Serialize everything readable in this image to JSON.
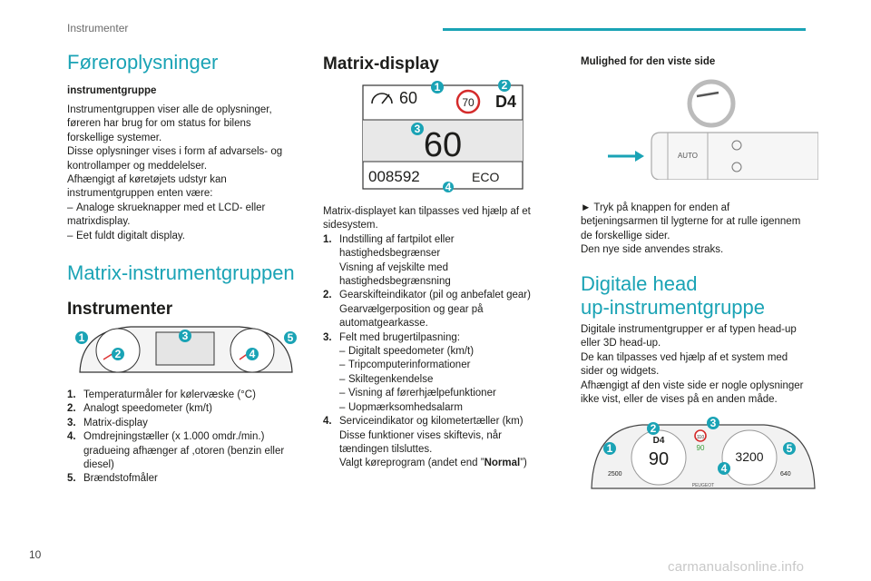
{
  "header": {
    "section": "Instrumenter"
  },
  "page_number": "10",
  "watermark": "carmanualsonline.info",
  "col1": {
    "title": "Føreroplysninger",
    "subheading": "instrumentgruppe",
    "intro": [
      "Instrumentgruppen viser alle de oplysninger,",
      "føreren har brug for om status for bilens",
      "forskellige systemer.",
      "Disse oplysninger vises i form af advarsels- og",
      "kontrollamper og meddelelser.",
      "Afhængigt af køretøjets udstyr kan",
      "instrumentgruppen enten være:"
    ],
    "bullets": [
      "Analoge skrueknapper med et LCD- eller",
      "matrixdisplay.",
      "Eet fuldt digitalt display."
    ],
    "matrix_title": "Matrix-instrumentgruppen",
    "instr_title": "Instrumenter",
    "cluster_badges": [
      "1",
      "2",
      "3",
      "4",
      "5"
    ],
    "list": [
      {
        "n": "1.",
        "t": "Temperaturmåler for kølervæske (°C)"
      },
      {
        "n": "2.",
        "t": "Analogt speedometer (km/t)"
      },
      {
        "n": "3.",
        "t": "Matrix-display"
      },
      {
        "n": "4.",
        "t": "Omdrejningstæller (x 1.000 omdr./min.) gradueing afhænger af ,otoren (benzin eller diesel)"
      },
      {
        "n": "5.",
        "t": "Brændstofmåler"
      }
    ]
  },
  "col2": {
    "title": "Matrix-display",
    "display": {
      "limit": "60",
      "sign": "70",
      "gear": "D4",
      "speed": "60",
      "odo": "008592",
      "mode": "ECO",
      "badges": [
        "1",
        "2",
        "3",
        "4"
      ]
    },
    "intro": "Matrix-displayet kan tilpasses ved hjælp af et sidesystem.",
    "items": [
      {
        "n": "1.",
        "lines": [
          "Indstilling af fartpilot eller",
          "hastighedsbegrænser",
          "Visning af vejskilte med",
          "hastighedsbegrænsning"
        ]
      },
      {
        "n": "2.",
        "lines": [
          "Gearskifteindikator (pil og anbefalet gear)",
          "Gearvælgerposition og gear på",
          "automatgearkasse."
        ]
      },
      {
        "n": "3.",
        "lines": [
          "Felt med brugertilpasning:"
        ],
        "dashes": [
          "Digitalt speedometer (km/t)",
          "Tripcomputerinformationer",
          "Skiltegenkendelse",
          "Visning af førerhjælpefunktioner",
          "Uopmærksomhedsalarm"
        ]
      },
      {
        "n": "4.",
        "lines": [
          "Serviceindikator og kilometertæller (km)",
          "Disse funktioner vises skiftevis, når",
          "tændingen tilsluttes."
        ],
        "tail_pre": "Valgt køreprogram (andet end ”",
        "tail_bold": "Normal",
        "tail_post": "”)"
      }
    ]
  },
  "col3": {
    "subheading": "Mulighed for den viste side",
    "stalk_label": "AUTO",
    "instruction": [
      "► Tryk på knappen for enden af",
      "betjeningsarmen til lygterne for at rulle igennem",
      "de forskellige sider.",
      "Den nye side anvendes straks."
    ],
    "title_lines": [
      "Digitale head",
      "up-instrumentgruppe"
    ],
    "body": [
      "Digitale instrumentgrupper er af typen head-up",
      "eller 3D head-up.",
      "De kan tilpasses ved hjælp af et system med",
      "sider og widgets.",
      "Afhængigt af den viste side er nogle oplysninger",
      "ikke vist, eller de vises på en anden måde."
    ],
    "digital": {
      "gear": "D4",
      "speed": "90",
      "limit_sign": "110",
      "limit_value": "90",
      "rpm": "3200",
      "range": "640",
      "odo": "2500",
      "brand": "PEUGEOT",
      "badges": [
        "1",
        "2",
        "3",
        "4",
        "5"
      ]
    }
  }
}
